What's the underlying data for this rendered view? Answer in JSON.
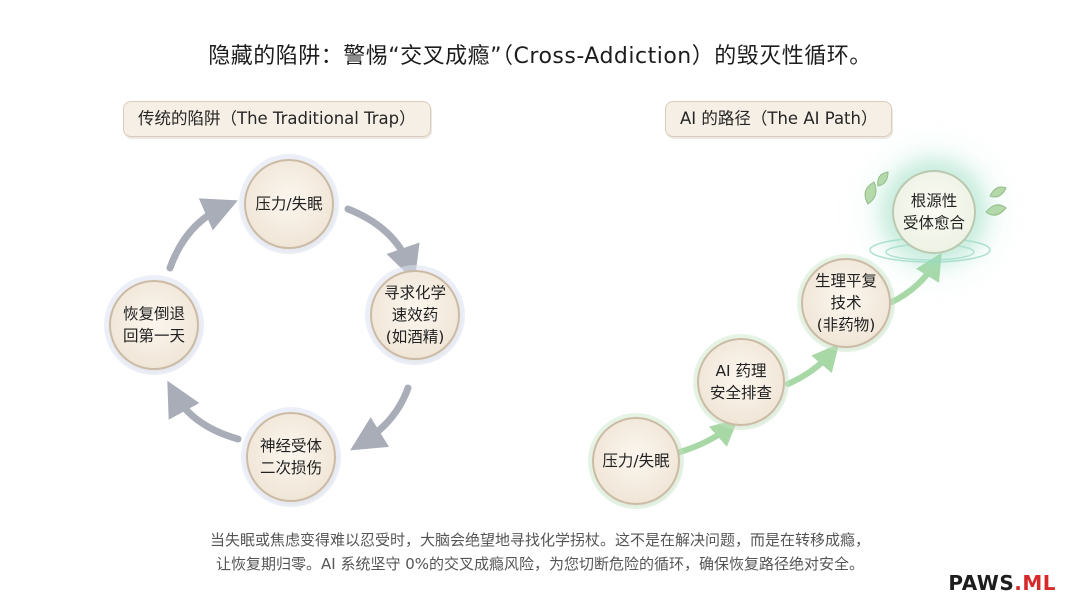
{
  "title": "隐藏的陷阱：警惕“交叉成瘾”（Cross-Addiction）的毁灭性循环。",
  "left_panel": {
    "label": "传统的陷阱（The Traditional Trap）",
    "nodes": [
      "压力/失眠",
      "寻求化学\n速效药\n(如酒精)",
      "神经受体\n二次损伤",
      "恢复倒退\n回第一天"
    ]
  },
  "right_panel": {
    "label": "AI 的路径（The AI Path）",
    "nodes": [
      "压力/失眠",
      "AI 药理\n安全排查",
      "生理平复\n技术\n(非药物)",
      "根源性\n受体愈合"
    ]
  },
  "caption": {
    "line1": "当失眠或焦虑变得难以忍受时，大脑会绝望地寻找化学拐杖。这不是在解决问题，而是在转移成瘾，",
    "line2": "让恢复期归零。AI 系统坚守 0%的交叉成瘾风险，为您切断危险的循环，确保恢复路径绝对安全。"
  },
  "brand": {
    "main": "PAWS",
    "accent": ".ML"
  },
  "colors": {
    "cycle_arrow": "#a9adb8",
    "path_arrow": "#a8d8a6",
    "node_fill": "#f3ebdf",
    "node_border": "#cbbba5",
    "root_glow": "#9fe0c4",
    "brand_accent": "#d62a2a"
  },
  "icons": [
    "leaf-icon",
    "ripple-icon"
  ]
}
